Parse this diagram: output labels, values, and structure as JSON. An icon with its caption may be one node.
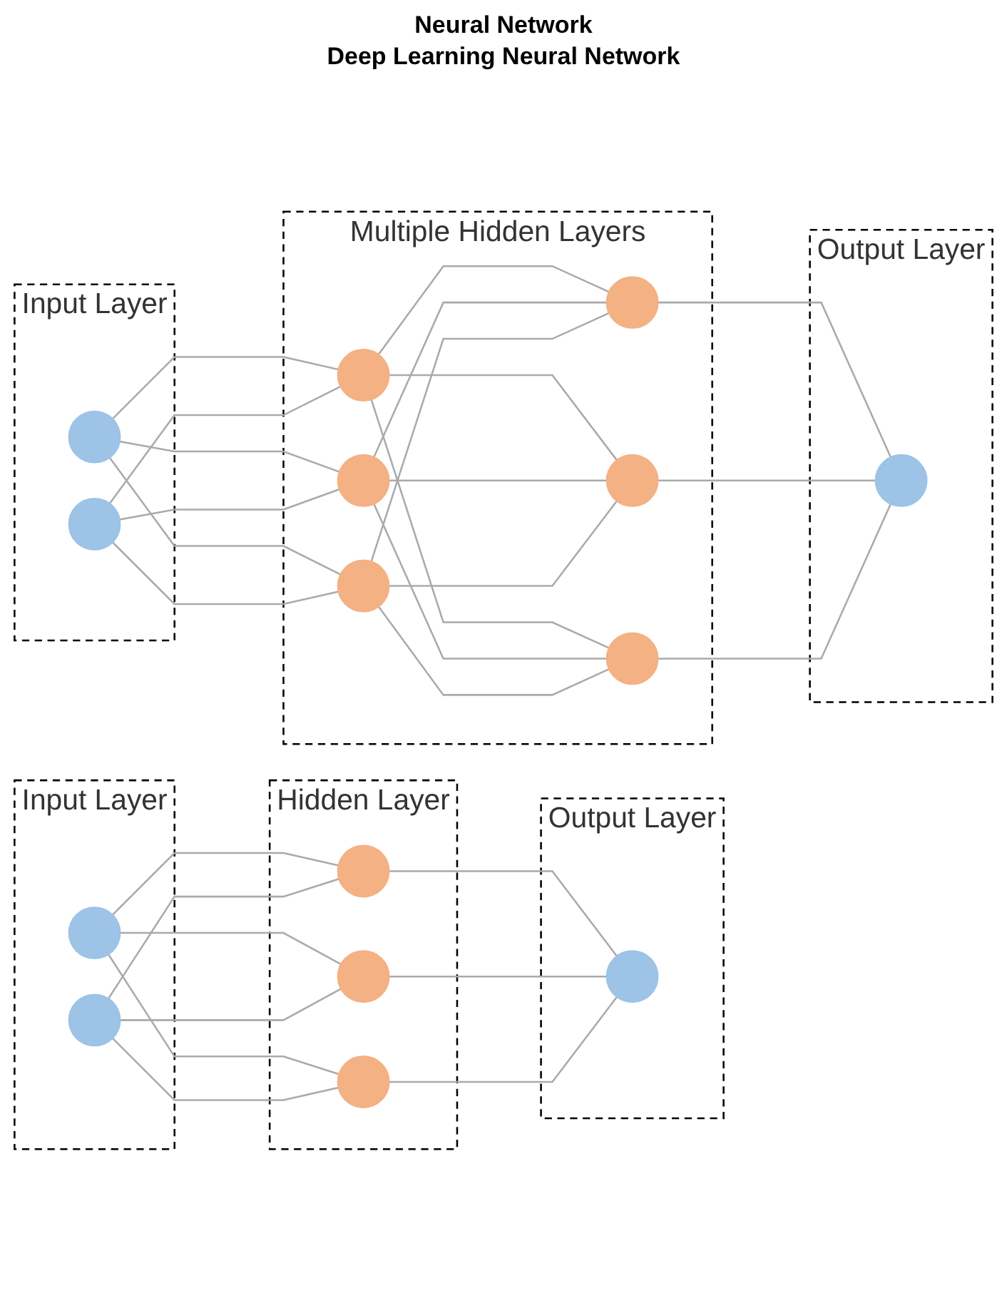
{
  "diagram": {
    "nodes": [
      {
        "text": [
          "Input Layer"
        ]
      },
      {
        "text": [],
        "shape": "circle",
        "in": 0
      },
      {
        "text": [],
        "shape": "circle",
        "in": 0
      },
      {
        "text": [
          "Hidden Layer"
        ]
      },
      {
        "text": [],
        "shape": "circle",
        "in": 3
      },
      {
        "text": [],
        "shape": "circle",
        "in": 3
      },
      {
        "text": [],
        "shape": "circle",
        "in": 3
      },
      {
        "text": [
          "Output Layer"
        ]
      },
      {
        "text": [],
        "shape": "circle",
        "in": 7
      },
      {
        "text": [
          "Input Layer"
        ]
      },
      {
        "text": [],
        "shape": "circle",
        "in": 9
      },
      {
        "text": [],
        "shape": "circle",
        "in": 9
      },
      {
        "text": [
          "Multiple Hidden Layers"
        ]
      },
      {
        "text": [],
        "shape": "circle",
        "in": 12
      },
      {
        "text": [],
        "shape": "circle",
        "in": 12
      },
      {
        "text": [],
        "shape": "circle",
        "in": 12
      },
      {
        "text": [],
        "shape": "circle",
        "in": 12
      },
      {
        "text": [],
        "shape": "circle",
        "in": 12
      },
      {
        "text": [],
        "shape": "circle",
        "in": 12
      },
      {
        "text": [
          "Output Layer"
        ]
      },
      {
        "text": [],
        "shape": "circle",
        "in": 19
      }
    ],
    "edges": [
      {
        "from": 1,
        "to": 4,
        "arrow": "none"
      },
      {
        "from": 1,
        "to": 5,
        "arrow": "none"
      },
      {
        "from": 1,
        "to": 6,
        "arrow": "none"
      },
      {
        "from": 2,
        "to": 4,
        "arrow": "none"
      },
      {
        "from": 2,
        "to": 5,
        "arrow": "none"
      },
      {
        "from": 2,
        "to": 6,
        "arrow": "none"
      },
      {
        "from": 4,
        "to": 8,
        "arrow": "none"
      },
      {
        "from": 5,
        "to": 8,
        "arrow": "none"
      },
      {
        "from": 6,
        "to": 8,
        "arrow": "none"
      },
      {
        "from": 10,
        "to": 13,
        "arrow": "none"
      },
      {
        "from": 10,
        "to": 14,
        "arrow": "none"
      },
      {
        "from": 10,
        "to": 15,
        "arrow": "none"
      },
      {
        "from": 11,
        "to": 13,
        "arrow": "none"
      },
      {
        "from": 11,
        "to": 14,
        "arrow": "none"
      },
      {
        "from": 11,
        "to": 15,
        "arrow": "none"
      },
      {
        "from": 13,
        "to": 16,
        "arrow": "none"
      },
      {
        "from": 13,
        "to": 17,
        "arrow": "none"
      },
      {
        "from": 13,
        "to": 18,
        "arrow": "none"
      },
      {
        "from": 14,
        "to": 16,
        "arrow": "none"
      },
      {
        "from": 14,
        "to": 17,
        "arrow": "none"
      },
      {
        "from": 14,
        "to": 18,
        "arrow": "none"
      },
      {
        "from": 15,
        "to": 16,
        "arrow": "none"
      },
      {
        "from": 15,
        "to": 17,
        "arrow": "none"
      },
      {
        "from": 15,
        "to": 18,
        "arrow": "none"
      },
      {
        "from": 16,
        "to": 20,
        "arrow": "none"
      },
      {
        "from": 17,
        "to": 20,
        "arrow": "none"
      },
      {
        "from": 18,
        "to": 20,
        "arrow": "none"
      }
    ],
    "labels": [
      "Neural Network",
      "Deep Learning Neural Network"
    ]
  }
}
